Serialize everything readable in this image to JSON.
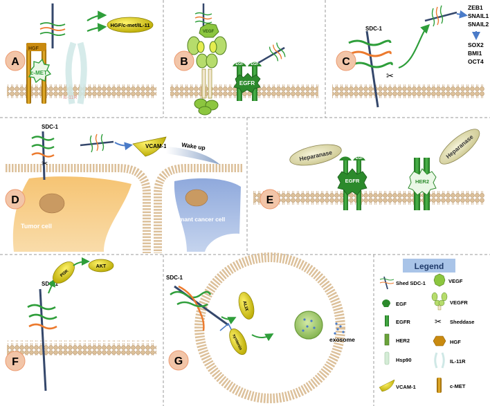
{
  "panel_letters": [
    "A",
    "B",
    "C",
    "D",
    "E",
    "F",
    "G"
  ],
  "panel_a": {
    "pathway_label": "HGF/c-met/IL-11",
    "hgf": "HGF",
    "cmet": "c-MET",
    "il11r": "IL-11R"
  },
  "panel_b": {
    "vegf": "VEGF",
    "egf_left": "EGF",
    "egf_right": "EGF",
    "egfr": "EGFR"
  },
  "panel_c": {
    "sdc1": "SDC-1",
    "genes_group1": [
      "ZEB1",
      "SNAIL1",
      "SNAIL2"
    ],
    "genes_group2": [
      "SOX2",
      "BMI1",
      "OCT4"
    ]
  },
  "panel_d": {
    "sdc1": "SDC-1",
    "vcam1": "VCAM-1",
    "wake_up": "Wake up",
    "tumor_cell": "Tumor cell",
    "dormant_cell": "Dormant cancer cell"
  },
  "panel_e": {
    "heparanase_left": "Heparanase",
    "heparanase_right": "Heparanase",
    "egf": "EGF",
    "egfr": "EGFR",
    "her2": "HER2"
  },
  "panel_f": {
    "sdc1": "SDC-1",
    "pi3k": "PI3K",
    "akt": "AKT"
  },
  "panel_g": {
    "sdc1": "SDC-1",
    "alix": "ALIX",
    "syntenin": "syntenin",
    "exosome": "exosome"
  },
  "legend": {
    "title": "Legend",
    "items": [
      {
        "label": "Shed SDC-1",
        "icon": "shed-sdc1-icon"
      },
      {
        "label": "VEGF",
        "icon": "vegf-icon"
      },
      {
        "label": "EGF",
        "icon": "egf-icon"
      },
      {
        "label": "VEGFR",
        "icon": "vegfr-icon"
      },
      {
        "label": "EGFR",
        "icon": "egfr-icon"
      },
      {
        "label": "Sheddase",
        "icon": "scissors-icon"
      },
      {
        "label": "HER2",
        "icon": "her2-icon"
      },
      {
        "label": "HGF",
        "icon": "hgf-icon"
      },
      {
        "label": "Hsp90",
        "icon": "hsp90-icon"
      },
      {
        "label": "IL-11R",
        "icon": "il11r-icon"
      },
      {
        "label": "VCAM-1",
        "icon": "vcam1-icon"
      },
      {
        "label": "c-MET",
        "icon": "cmet-icon"
      }
    ]
  },
  "colors": {
    "green": "#2e9e3a",
    "orange": "#ec7a2e",
    "navy": "#34476b",
    "blue": "#4a7bc8",
    "yellow": "#e3d400",
    "dark_green": "#2c8a2c",
    "light_green": "#8cc63f",
    "membrane": "#d9b88a",
    "letter_circle": "#f2c5a8",
    "tumor": "#f4b860",
    "dormant": "#9cb4de",
    "legend_title_bg": "#a9c4e8"
  }
}
